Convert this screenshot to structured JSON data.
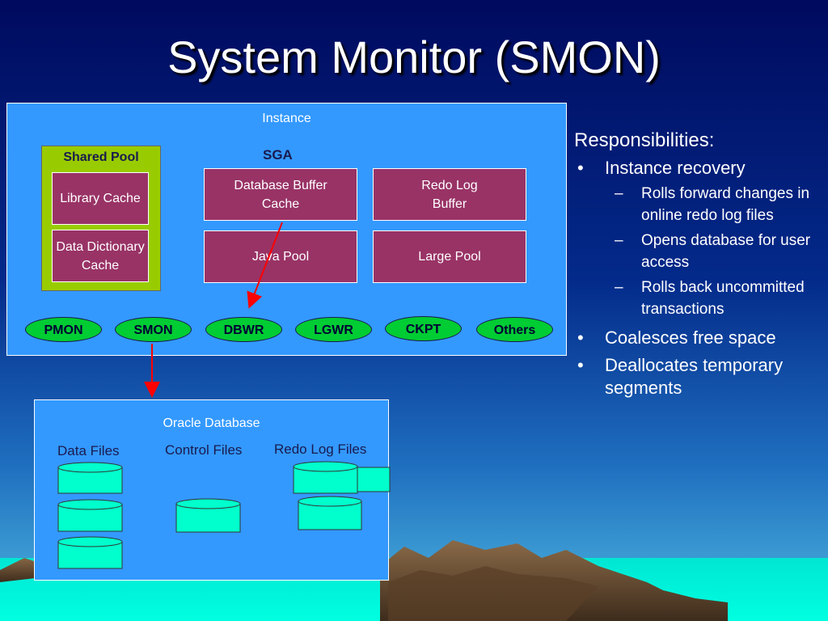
{
  "title": "System Monitor (SMON)",
  "instance": {
    "label": "Instance",
    "sga_label": "SGA",
    "shared_pool": {
      "label": "Shared Pool",
      "library_cache": "Library Cache",
      "data_dictionary_cache": "Data Dictionary Cache"
    },
    "buffers": {
      "db_buffer_cache": "Database Buffer Cache",
      "redo_log_buffer": "Redo Log Buffer",
      "java_pool": "Java Pool",
      "large_pool": "Large Pool"
    },
    "processes": [
      "PMON",
      "SMON",
      "DBWR",
      "LGWR",
      "CKPT",
      "Others"
    ]
  },
  "oracle_database": {
    "label": "Oracle Database",
    "data_files": "Data Files",
    "control_files": "Control Files",
    "redo_log_files": "Redo Log Files"
  },
  "responsibilities": {
    "heading": "Responsibilities:",
    "items": [
      {
        "text": "Instance recovery",
        "sub": [
          "Rolls forward changes in online redo log files",
          "Opens database for user access",
          "Rolls back uncommitted transactions"
        ]
      },
      {
        "text": "Coalesces free space",
        "sub": []
      },
      {
        "text": "Deallocates temporary segments",
        "sub": []
      }
    ],
    "bullet": "•",
    "sub_bullet": "–"
  },
  "colors": {
    "background_top": "#000066",
    "background_mid": "#003a99",
    "panel": "#3399ff",
    "shared_pool": "#99cc00",
    "memory_box": "#993366",
    "process": "#00cc33",
    "disk": "#00ffcc",
    "arrow": "#ff0000"
  }
}
